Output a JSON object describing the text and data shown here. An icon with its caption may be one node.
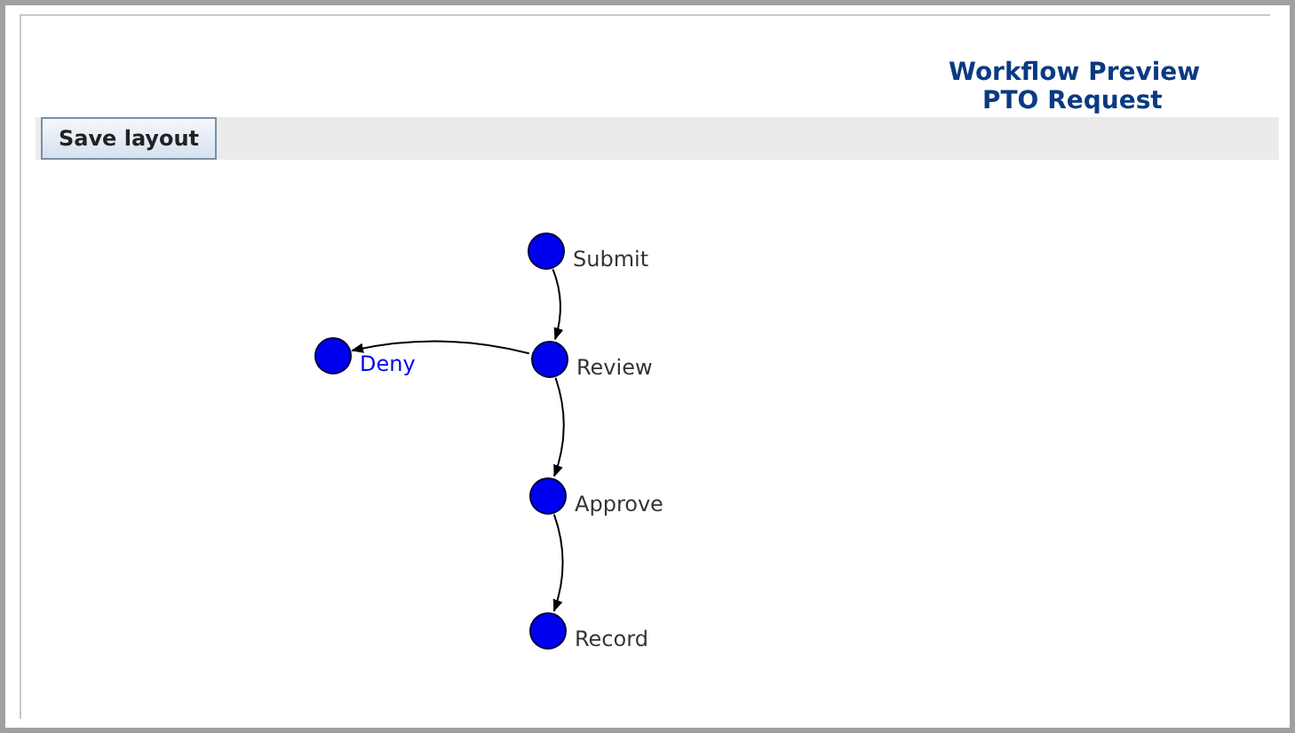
{
  "diagram": {
    "title": "Workflow Preview",
    "nodes": [
      {
        "text": [],
        "shape": "circle",
        "beside": [
          "Submit"
        ]
      },
      {
        "text": [],
        "shape": "circle",
        "beside": [
          "Deny"
        ]
      },
      {
        "text": [],
        "shape": "circle",
        "beside": [
          "Review"
        ]
      },
      {
        "text": [],
        "shape": "circle",
        "beside": [
          "Approve"
        ]
      },
      {
        "text": [],
        "shape": "circle",
        "beside": [
          "Record"
        ]
      }
    ],
    "edges": [
      {
        "from": 0,
        "to": 2,
        "arrow": "to"
      },
      {
        "from": 2,
        "to": 1,
        "arrow": "to"
      },
      {
        "from": 2,
        "to": 3,
        "arrow": "to"
      },
      {
        "from": 3,
        "to": 4,
        "arrow": "to"
      }
    ],
    "labels": [
      "PTO Request",
      "Save layout"
    ]
  }
}
